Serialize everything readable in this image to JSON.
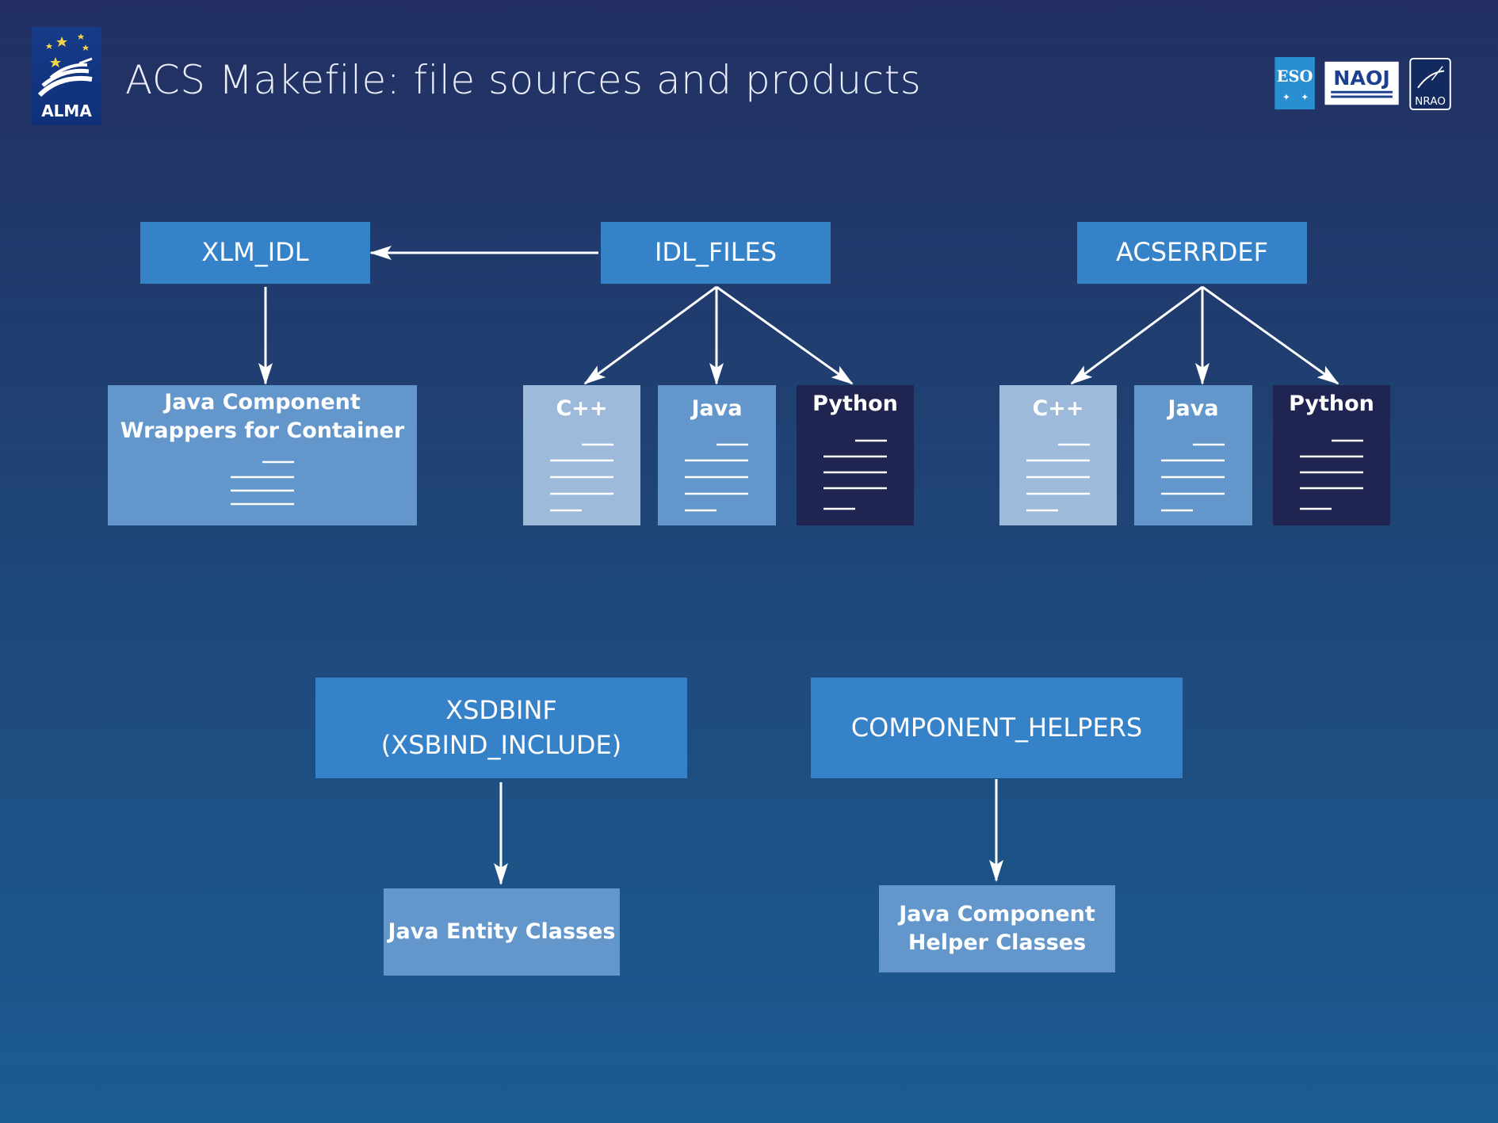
{
  "header": {
    "title": "ACS Makefile: file sources and products",
    "logo_alma_text": "ALMA",
    "partner_logos": [
      "ESO",
      "NAOJ",
      "NRAO"
    ]
  },
  "sources": {
    "xlm_idl": "XLM_IDL",
    "idl_files": "IDL_FILES",
    "acserrdef": "ACSERRDEF",
    "xsdbinf_line1": "XSDBINF",
    "xsdbinf_line2": "(XSBIND_INCLUDE)",
    "component_helpers": "COMPONENT_HELPERS"
  },
  "products": {
    "java_wrappers_line1": "Java Component",
    "java_wrappers_line2": "Wrappers for Container",
    "idl_cpp": "C++",
    "idl_java": "Java",
    "idl_python": "Python",
    "err_cpp": "C++",
    "err_java": "Java",
    "err_python": "Python",
    "java_entity": "Java Entity Classes",
    "helper_line1": "Java Component",
    "helper_line2": "Helper Classes"
  },
  "colors": {
    "source_box": "#3582c8",
    "java_doc": "#6397cb",
    "cpp_doc": "#9ebadb",
    "python_doc": "#1f2450",
    "arrow": "#ffffff"
  }
}
